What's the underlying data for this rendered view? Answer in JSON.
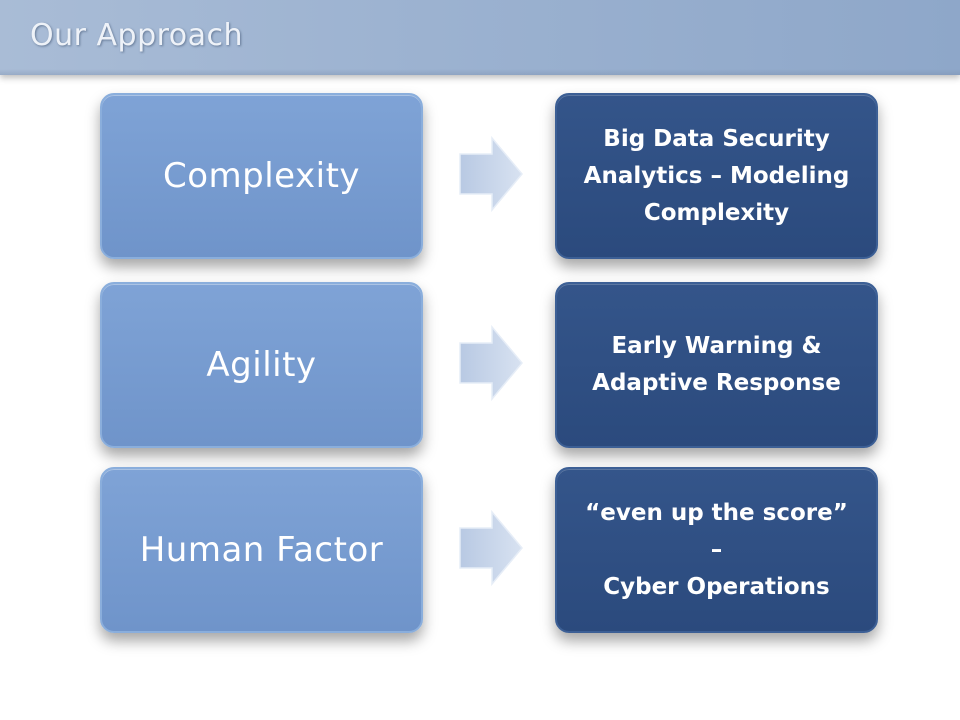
{
  "slide": {
    "title": "Our Approach"
  },
  "rows": [
    {
      "left": "Complexity",
      "right": [
        "Big Data Security",
        "Analytics – Modeling",
        "Complexity"
      ]
    },
    {
      "left": "Agility",
      "right": [
        "Early Warning &",
        "Adaptive Response"
      ]
    },
    {
      "left": "Human Factor",
      "right": [
        "“even up the score” –",
        "Cyber Operations"
      ]
    }
  ],
  "colors": {
    "header": "#9db3d1",
    "left_box": "#7299cf",
    "right_box": "#2f4f84",
    "arrow": "#c9d6ea"
  }
}
